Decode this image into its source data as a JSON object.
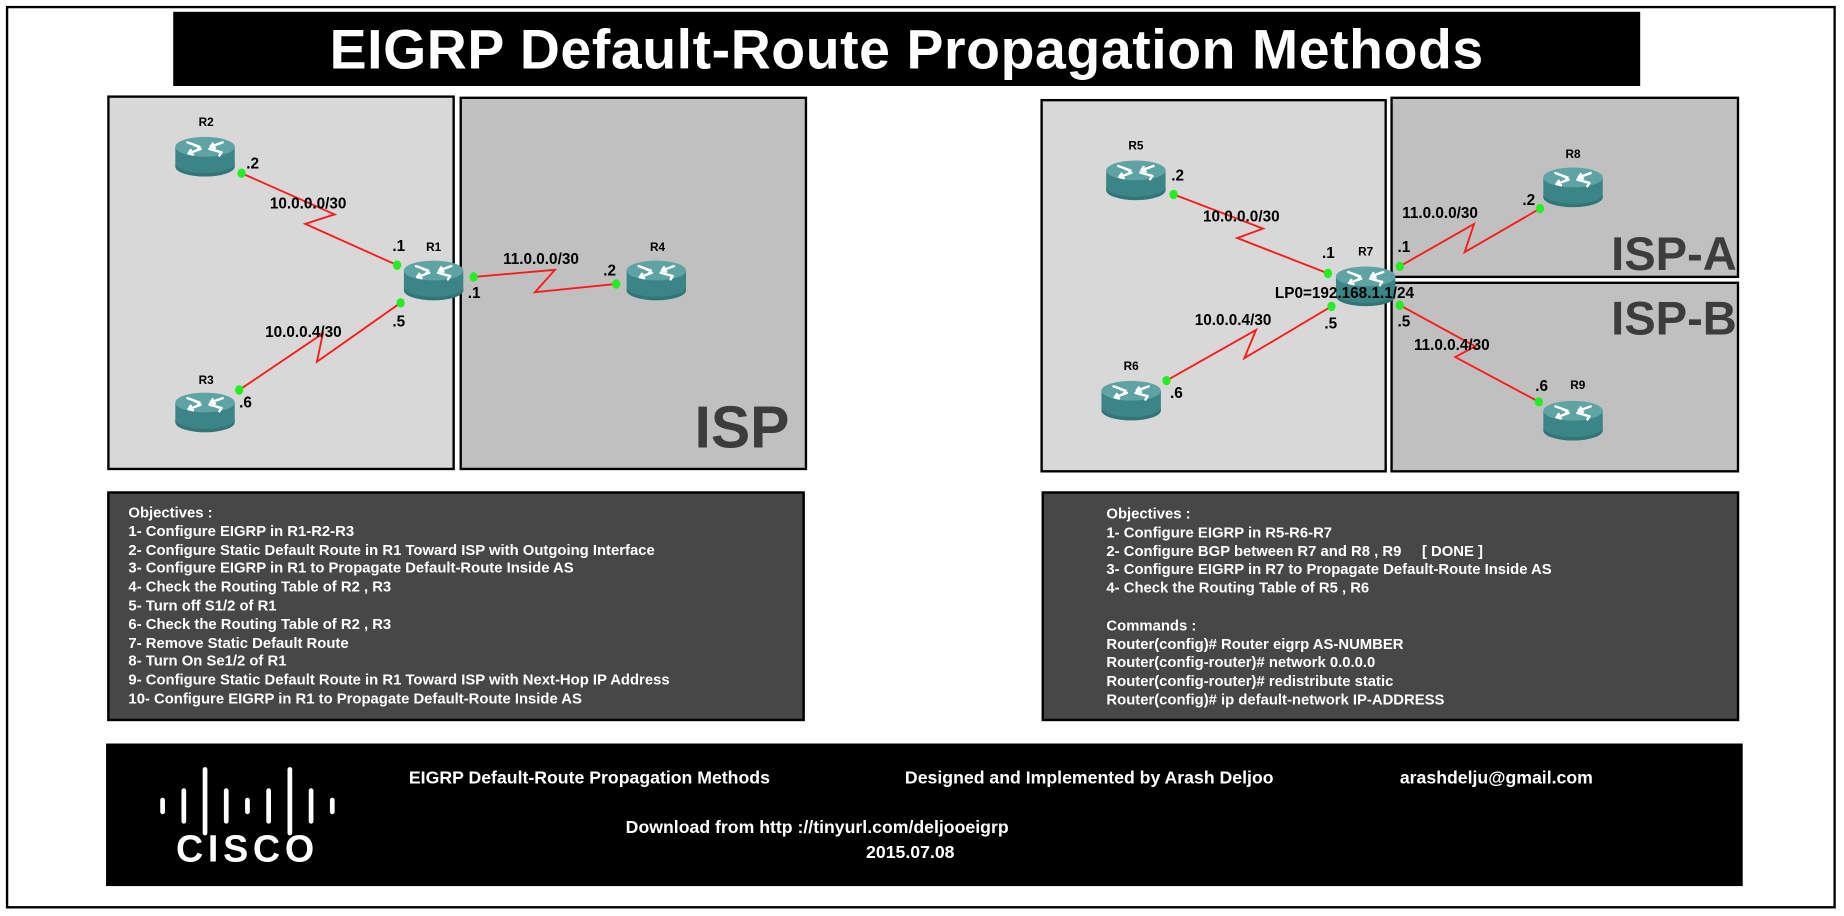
{
  "title": "EIGRP Default-Route Propagation Methods",
  "colors": {
    "link": "#ff1a1a",
    "port": "#22ee22",
    "as_zone": "#d8d8d8",
    "isp_zone": "#c0c0c0",
    "router": "#3f8a8c",
    "panel": "#474747"
  },
  "left_topology": {
    "routers": {
      "r1": "R1",
      "r2": "R2",
      "r3": "R3",
      "r4": "R4"
    },
    "zone_label": "ISP",
    "links": {
      "r2_r1": {
        "subnet": "10.0.0.0/30",
        "a_ip": ".2",
        "b_ip": ".1"
      },
      "r3_r1": {
        "subnet": "10.0.0.4/30",
        "a_ip": ".6",
        "b_ip": ".5"
      },
      "r1_r4": {
        "subnet": "11.0.0.0/30",
        "a_ip": ".1",
        "b_ip": ".2"
      }
    }
  },
  "right_topology": {
    "routers": {
      "r5": "R5",
      "r6": "R6",
      "r7": "R7",
      "r8": "R8",
      "r9": "R9"
    },
    "zone_a_label": "ISP-A",
    "zone_b_label": "ISP-B",
    "loopback": "LP0=192.168.1.1/24",
    "links": {
      "r5_r7": {
        "subnet": "10.0.0.0/30",
        "a_ip": ".2",
        "b_ip": ".1"
      },
      "r6_r7": {
        "subnet": "10.0.0.4/30",
        "a_ip": ".6",
        "b_ip": ".5"
      },
      "r7_r8": {
        "subnet": "11.0.0.0/30",
        "a_ip": ".1",
        "b_ip": ".2"
      },
      "r7_r9": {
        "subnet": "11.0.0.4/30",
        "a_ip": ".5",
        "b_ip": ".6"
      }
    }
  },
  "left_objectives": {
    "heading": "Objectives :",
    "items": [
      "1- Configure EIGRP in R1-R2-R3",
      "2- Configure Static Default Route in R1 Toward ISP with Outgoing Interface",
      "3- Configure EIGRP in R1 to Propagate Default-Route Inside AS",
      "4- Check the Routing Table of R2 , R3",
      "5- Turn off S1/2 of R1",
      "6- Check the Routing Table of R2 , R3",
      "7- Remove Static Default Route",
      "8- Turn On Se1/2 of R1",
      "9- Configure Static Default Route in R1 Toward ISP with Next-Hop IP Address",
      "10- Configure EIGRP in R1 to Propagate Default-Route Inside AS"
    ]
  },
  "right_objectives": {
    "heading": "Objectives :",
    "items": [
      "1- Configure EIGRP in R5-R6-R7",
      "2- Configure BGP between R7 and R8 , R9     [ DONE ]",
      "3- Configure EIGRP in R7 to Propagate Default-Route Inside AS",
      "4- Check the Routing Table of R5 , R6"
    ],
    "commands_heading": "Commands :",
    "commands": [
      "Router(config)# Router eigrp AS-NUMBER",
      "Router(config-router)# network 0.0.0.0",
      "Router(config-router)# redistribute static",
      "Router(config)# ip default-network IP-ADDRESS"
    ]
  },
  "footer": {
    "logo_text": "CISCO",
    "lab_title": "EIGRP Default-Route Propagation Methods",
    "author": "Designed and Implemented by Arash Deljoo",
    "email": "arashdelju@gmail.com",
    "download": "Download from http ://tinyurl.com/deljooeigrp",
    "date": "2015.07.08"
  }
}
